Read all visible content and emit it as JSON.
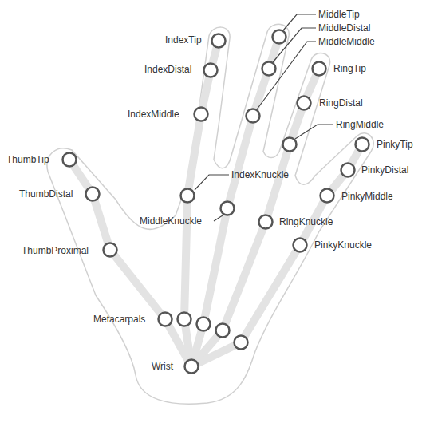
{
  "diagram": {
    "labels": [
      "MiddleTip",
      "MiddleDistal",
      "MiddleMiddle",
      "IndexTip",
      "RingTip",
      "IndexDistal",
      "RingDistal",
      "IndexMiddle",
      "RingMiddle",
      "PinkyTip",
      "ThumbTip",
      "PinkyDistal",
      "IndexKnuckle",
      "ThumbDistal",
      "PinkyMiddle",
      "MiddleKnuckle",
      "RingKnuckle",
      "ThumbProximal",
      "PinkyKnuckle",
      "Metacarpals",
      "Wrist"
    ]
  }
}
